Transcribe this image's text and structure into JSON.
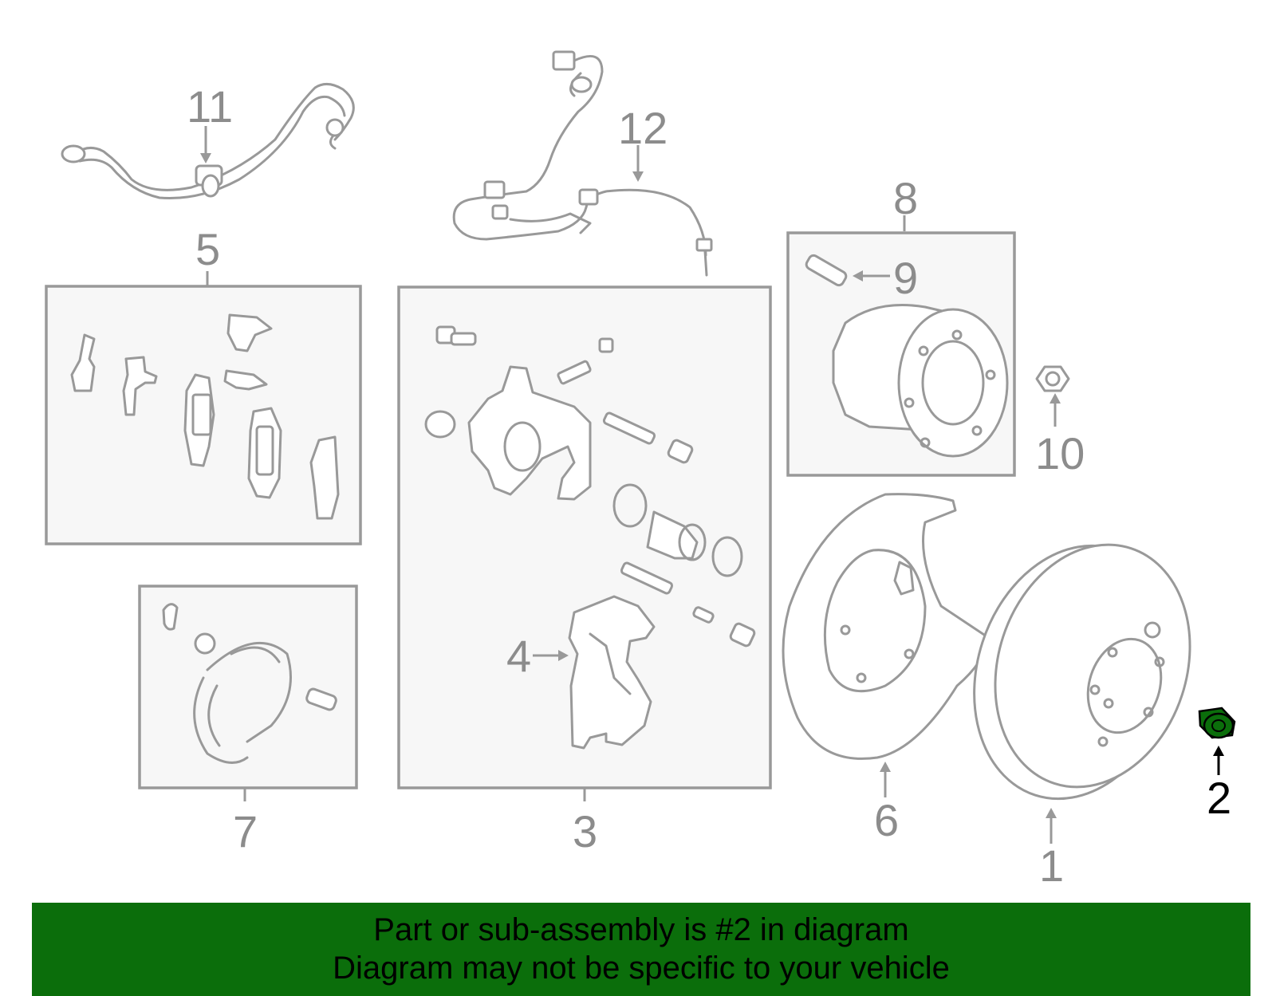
{
  "callouts": {
    "c1": "1",
    "c2": "2",
    "c3": "3",
    "c4": "4",
    "c5": "5",
    "c6": "6",
    "c7": "7",
    "c8": "8",
    "c9": "9",
    "c10": "10",
    "c11": "11",
    "c12": "12"
  },
  "highlight": {
    "part": "2",
    "color": "#0b6e0b"
  },
  "banner": {
    "line1": "Part or sub-assembly is #2 in diagram",
    "line2": "Diagram may not be specific to your vehicle",
    "background": "#0b6e0b"
  }
}
